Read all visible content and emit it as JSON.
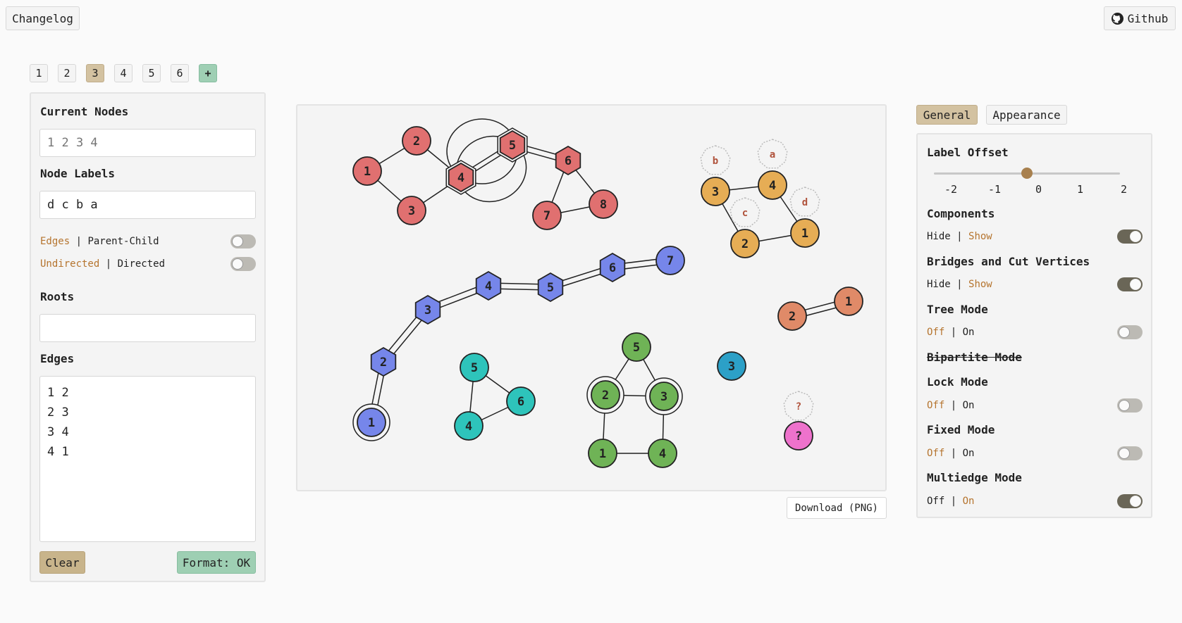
{
  "header": {
    "changelog_label": "Changelog",
    "github_label": "Github"
  },
  "tabs": [
    {
      "label": "1"
    },
    {
      "label": "2"
    },
    {
      "label": "3",
      "active": true
    },
    {
      "label": "4"
    },
    {
      "label": "5"
    },
    {
      "label": "6"
    },
    {
      "label": "+"
    }
  ],
  "left_panel": {
    "current_nodes_title": "Current Nodes",
    "current_nodes_placeholder": "1 2 3 4",
    "node_labels_title": "Node Labels",
    "node_labels_value": "d c b a",
    "edges_toggle": {
      "left": "Edges",
      "sep": " | ",
      "right": "Parent-Child",
      "state": "Edges"
    },
    "direction_toggle": {
      "left": "Undirected",
      "sep": " | ",
      "right": "Directed",
      "state": "Undirected"
    },
    "roots_title": "Roots",
    "roots_value": "",
    "edges_title": "Edges",
    "edges_lines": [
      "1 2",
      "2 3",
      "3 4",
      "4 1"
    ],
    "clear_label": "Clear",
    "format_label": "Format: OK"
  },
  "canvas": {
    "download_label": "Download (PNG)",
    "colors": {
      "red": "#e07070",
      "orange": "#e6ad55",
      "blue": "#7686ea",
      "teal": "#2ec4bb",
      "green": "#6fb356",
      "salmon": "#e08a68",
      "cyan": "#2ca0c7",
      "pink": "#ee72cc"
    },
    "node_labels": {
      "red": [
        "1",
        "2",
        "3",
        "4",
        "5",
        "6",
        "7",
        "8"
      ],
      "orange": [
        "3",
        "4",
        "2",
        "1"
      ],
      "orange_tags": [
        "b",
        "a",
        "c",
        "d"
      ],
      "blue": [
        "1",
        "2",
        "3",
        "4",
        "5",
        "6",
        "7"
      ],
      "teal": [
        "5",
        "6",
        "4"
      ],
      "green": [
        "5",
        "2",
        "3",
        "1",
        "4"
      ],
      "salmon": [
        "2",
        "1"
      ],
      "cyan": [
        "3"
      ],
      "pink": [
        "?"
      ],
      "pink_tag": "?"
    }
  },
  "right_panel": {
    "tab_general": "General",
    "tab_appearance": "Appearance",
    "label_offset_title": "Label Offset",
    "label_offset_value": 0,
    "slider_ticks": [
      "-2",
      "-1",
      "0",
      "1",
      "2"
    ],
    "components": {
      "title": "Components",
      "left": "Hide",
      "sep": " | ",
      "right": "Show",
      "state": "Show"
    },
    "bridges": {
      "title": "Bridges and Cut Vertices",
      "left": "Hide",
      "sep": " | ",
      "right": "Show",
      "state": "Show"
    },
    "tree_mode": {
      "title": "Tree Mode",
      "left": "Off",
      "sep": " | ",
      "right": "On",
      "state": "Off"
    },
    "bipartite_title": "Bipartite Mode",
    "lock_mode": {
      "title": "Lock Mode",
      "left": "Off",
      "sep": " | ",
      "right": "On",
      "state": "Off"
    },
    "fixed_mode": {
      "title": "Fixed Mode",
      "left": "Off",
      "sep": " | ",
      "right": "On",
      "state": "Off"
    },
    "multiedge_mode": {
      "title": "Multiedge Mode",
      "left": "Off",
      "sep": " | ",
      "right": "On",
      "state": "On"
    }
  }
}
